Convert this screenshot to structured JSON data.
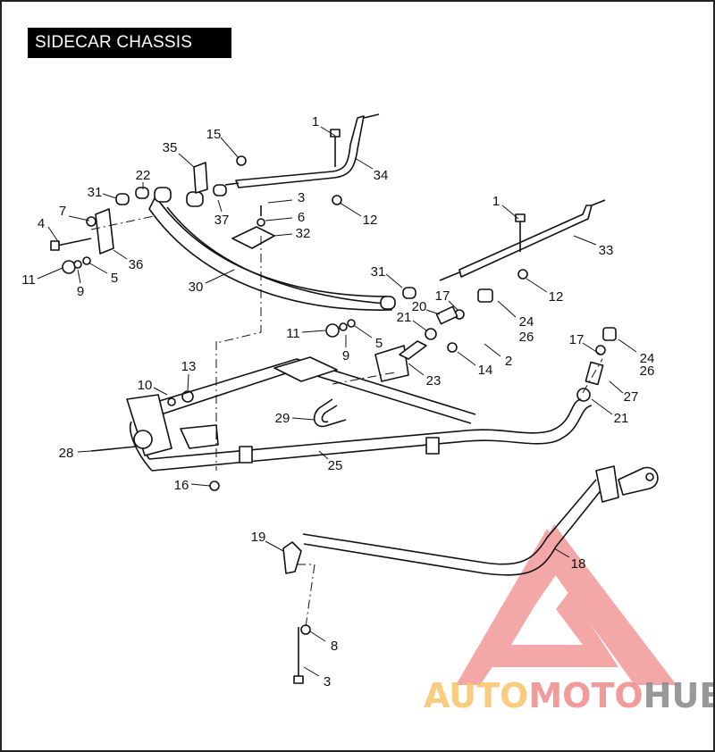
{
  "title": "SIDECAR CHASSIS",
  "callouts": [
    "1",
    "15",
    "35",
    "34",
    "22",
    "31",
    "3",
    "37",
    "6",
    "12",
    "7",
    "4",
    "32",
    "36",
    "1",
    "33",
    "11",
    "9",
    "5",
    "30",
    "31",
    "12",
    "17",
    "20",
    "21",
    "24",
    "26",
    "11",
    "9",
    "5",
    "2",
    "14",
    "23",
    "13",
    "10",
    "17",
    "24",
    "26",
    "27",
    "21",
    "29",
    "28",
    "25",
    "16",
    "19",
    "18",
    "8",
    "3"
  ],
  "watermark": {
    "part1": "AUTO",
    "part2": "MOTO",
    "part3": "HUB",
    "color1": "#f9c46b",
    "color2": "#f08a8a",
    "color3": "#888888"
  }
}
